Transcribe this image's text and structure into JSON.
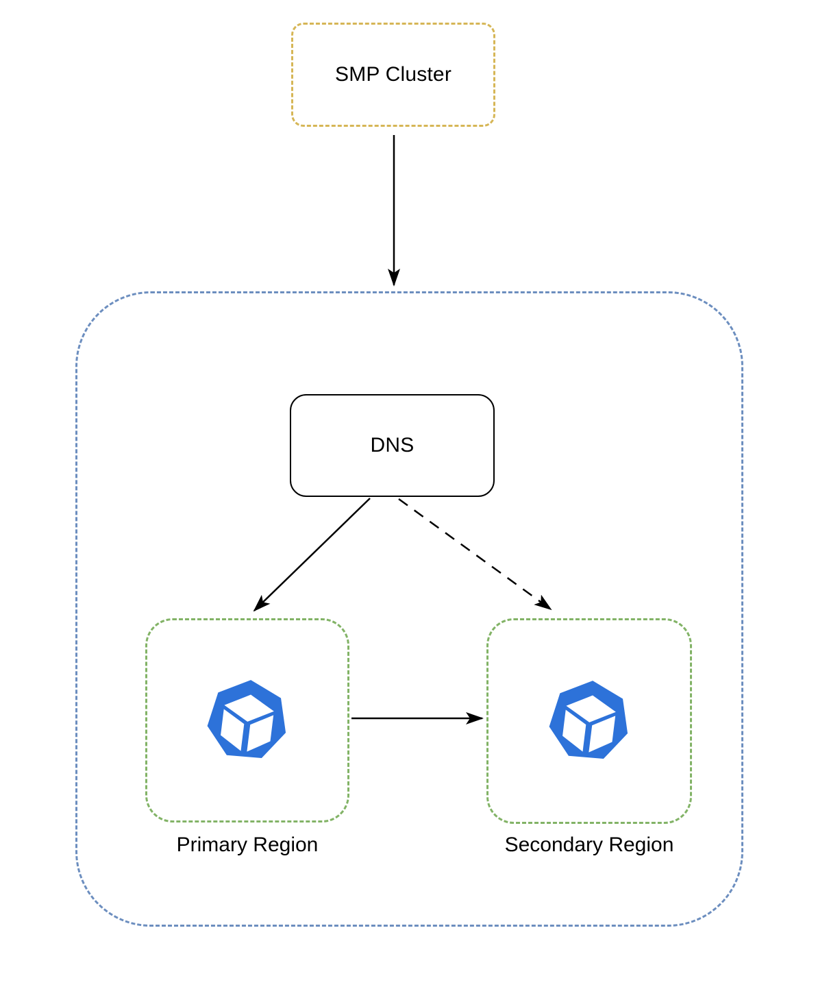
{
  "diagram": {
    "kind": "architecture-diagram",
    "background": "#ffffff",
    "nodes": {
      "smp_cluster": {
        "label": "SMP Cluster",
        "shape": "dashed-rounded-rect"
      },
      "dns_zone": {
        "shape": "dashed-rounded-container"
      },
      "dns": {
        "label": "DNS",
        "shape": "solid-rounded-rect"
      },
      "primary_region": {
        "label": "Primary Region",
        "shape": "dashed-rounded-rect",
        "icon": "cube-heptagon-icon"
      },
      "secondary_region": {
        "label": "Secondary Region",
        "shape": "dashed-rounded-rect",
        "icon": "cube-heptagon-icon"
      }
    },
    "edges": [
      {
        "from": "SMP Cluster",
        "to": "DNS zone",
        "style": "solid-arrow"
      },
      {
        "from": "DNS",
        "to": "Primary Region",
        "style": "solid-arrow"
      },
      {
        "from": "DNS",
        "to": "Secondary Region",
        "style": "dashed-arrow"
      },
      {
        "from": "Primary Region",
        "to": "Secondary Region",
        "style": "solid-arrow"
      }
    ],
    "colors": {
      "smp_border": "#D6B656",
      "zone_border": "#6C8EBF",
      "region_border": "#82B366",
      "icon_blue": "#2D72D9",
      "line": "#000000"
    }
  }
}
